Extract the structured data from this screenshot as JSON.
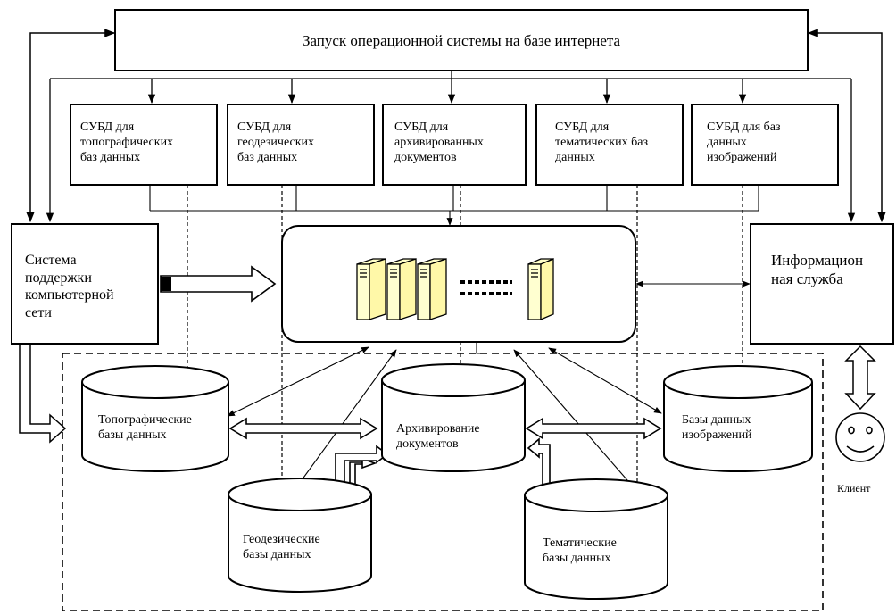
{
  "header": {
    "title": "Запуск операционной системы на базе интернета"
  },
  "dbms": [
    {
      "lines": [
        "СУБД для",
        "топографических",
        "баз данных"
      ]
    },
    {
      "lines": [
        "СУБД для",
        "геодезических",
        "баз данных"
      ]
    },
    {
      "lines": [
        "СУБД для",
        "архивированных",
        "документов"
      ]
    },
    {
      "lines": [
        "СУБД для",
        "тематических баз",
        "данных"
      ]
    },
    {
      "lines": [
        "СУБД для баз",
        "данных",
        "изображений"
      ]
    }
  ],
  "network_support": {
    "lines": [
      "Система",
      "поддержки",
      "компьютерной",
      "сети"
    ]
  },
  "info_service": {
    "lines": [
      "Информацион",
      "ная служба"
    ]
  },
  "databases": {
    "topographic": {
      "lines": [
        "Топографические",
        "базы данных"
      ]
    },
    "archive": {
      "lines": [
        "Архивирование",
        "документов"
      ]
    },
    "images": {
      "lines": [
        "Базы данных",
        "изображений"
      ]
    },
    "geodetic": {
      "lines": [
        "Геодезические",
        "базы данных"
      ]
    },
    "thematic": {
      "lines": [
        "Тематические",
        "базы данных"
      ]
    }
  },
  "client": {
    "label": "Клиент"
  }
}
